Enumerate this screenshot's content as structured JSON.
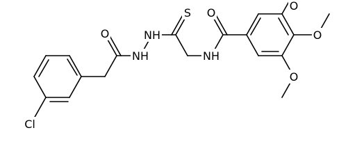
{
  "molecule": {
    "atoms": {
      "s": "S",
      "o_hydrazide": "O",
      "o_benzoyl": "O",
      "nh_a": "NH",
      "nh_b": "NH",
      "nh_c": "NH",
      "cl": "Cl",
      "o_meo_top": "O",
      "o_meo_mid": "O",
      "o_meo_bot": "O"
    }
  }
}
